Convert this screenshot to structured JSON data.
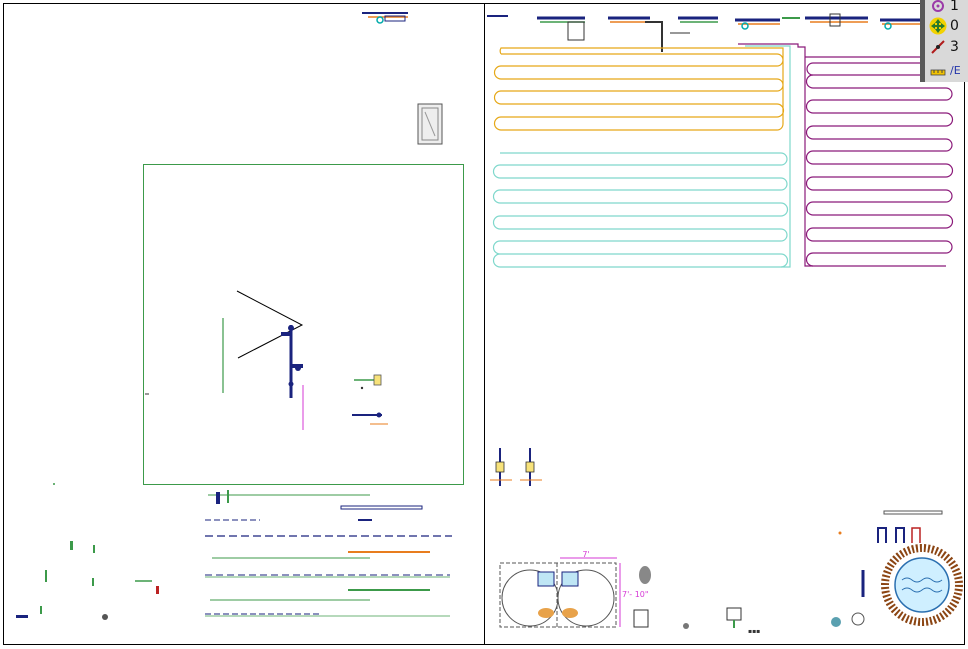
{
  "palette": {
    "rows": [
      {
        "label": "1",
        "icon": "orbit-icon"
      },
      {
        "label": "0",
        "icon": "pan-move-icon"
      },
      {
        "label": "3",
        "icon": "line-tool-icon"
      },
      {
        "label": "/E",
        "icon": "measure-tool-icon"
      }
    ]
  },
  "drawing": {
    "dimension_width": "7'",
    "dimension_height": "7'- 10\""
  },
  "colors": {
    "frame": "#000000",
    "viewport": "#3c9a4a",
    "loop_orange": "#e6a817",
    "loop_cyan": "#7fd8cc",
    "loop_purple": "#8b1a7a",
    "pipe_blue": "#1a237e",
    "pipe_green": "#3c9a4a",
    "accent_orange": "#e87d1e",
    "accent_magenta": "#d63ad6"
  }
}
